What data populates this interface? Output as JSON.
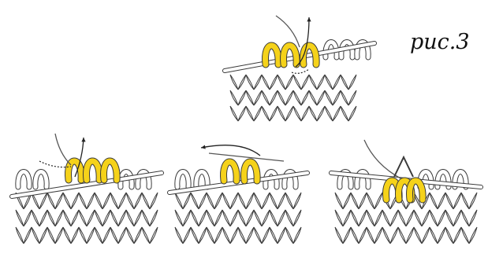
{
  "figure": {
    "caption": "рис.3",
    "panels": [
      {
        "id": "panel-top",
        "yellow_loops": 3,
        "arrow": "up"
      },
      {
        "id": "panel-bottom-left",
        "yellow_loops": 3,
        "arrow": "up"
      },
      {
        "id": "panel-bottom-middle",
        "yellow_loops": 2,
        "arrow": "left"
      },
      {
        "id": "panel-bottom-right",
        "yellow_loops": 3,
        "arrow": "none"
      }
    ]
  },
  "colors": {
    "yarn_highlight": "#f5d21a",
    "yarn_outline": "#3a3a3a",
    "fabric": "#ffffff",
    "needle": "#ffffff"
  }
}
